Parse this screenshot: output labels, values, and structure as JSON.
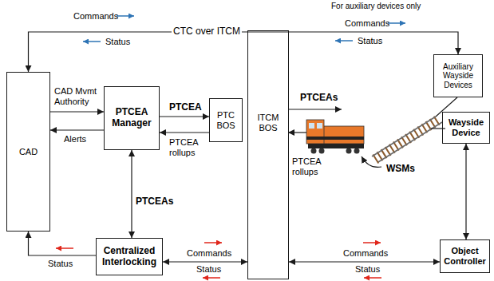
{
  "diagram": {
    "nodes": [
      {
        "text": [
          "CAD"
        ]
      },
      {
        "text": [
          "PTCEA Manager"
        ]
      },
      {
        "text": [
          "PTC BOS"
        ]
      },
      {
        "text": [
          "ITCM BOS"
        ]
      },
      {
        "text": [
          "Auxiliary Wayside Devices"
        ]
      },
      {
        "text": [
          "Wayside Device"
        ]
      },
      {
        "text": [
          "Centralized Interlocking"
        ]
      },
      {
        "text": [
          "Object Controller"
        ]
      }
    ],
    "edges": [
      {
        "from": 0,
        "to": 4,
        "arrow": "both",
        "label": "CTC over ITCM"
      },
      {
        "from": 0,
        "to": 1,
        "arrow": "to",
        "label": "CAD Mvmt Authority"
      },
      {
        "from": 1,
        "to": 0,
        "arrow": "to",
        "label": "Alerts"
      },
      {
        "from": 1,
        "to": 2,
        "arrow": "to",
        "label": "PTCEA"
      },
      {
        "from": 2,
        "to": 1,
        "arrow": "to",
        "label": "PTCEA rollups"
      },
      {
        "from": 1,
        "to": 6,
        "arrow": "both",
        "label": "PTCEAs"
      },
      {
        "from": 6,
        "to": 0,
        "arrow": "to",
        "label": "Status"
      },
      {
        "from": 6,
        "to": 3,
        "arrow": "both"
      },
      {
        "from": 3,
        "to": 7,
        "arrow": "both"
      },
      {
        "from": 5,
        "to": 7,
        "arrow": "both"
      }
    ],
    "labels": [
      "For auxiliary devices only",
      "Commands",
      "Status",
      "Commands",
      "Status",
      "PTCEAs",
      "PTCEA rollups",
      "WSMs",
      "Commands",
      "Status",
      "Commands",
      "Status"
    ]
  }
}
